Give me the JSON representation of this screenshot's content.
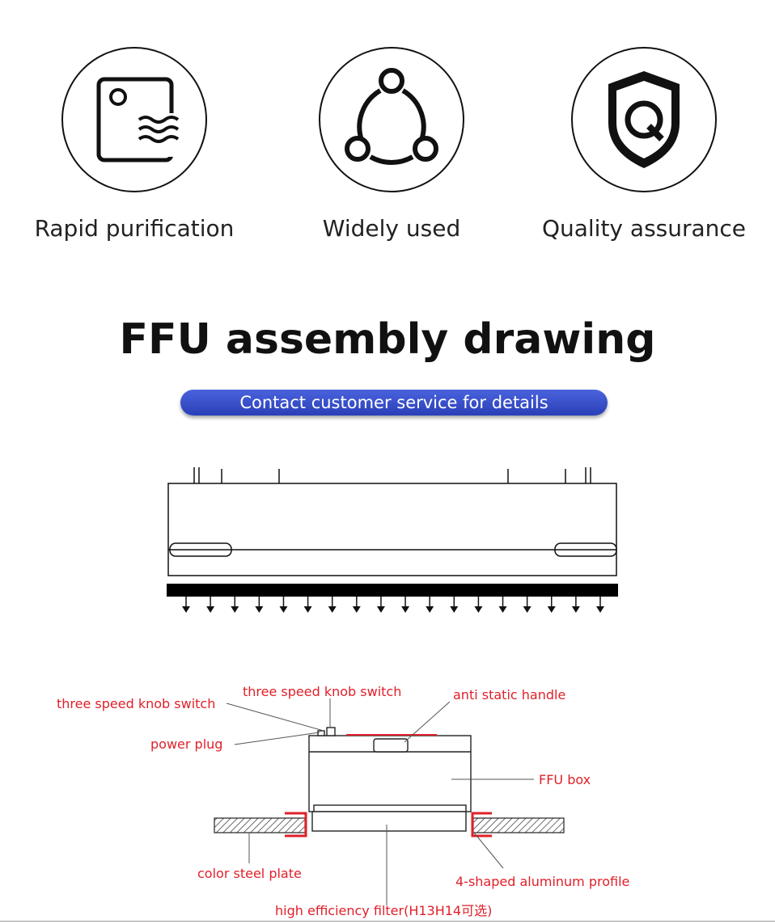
{
  "features": [
    {
      "label": "Rapid purification",
      "icon": "air-purifier-icon"
    },
    {
      "label": "Widely used",
      "icon": "network-nodes-icon"
    },
    {
      "label": "Quality assurance",
      "icon": "shield-q-icon"
    }
  ],
  "section": {
    "title": "FFU assembly drawing",
    "contact_label": "Contact customer service for details"
  },
  "diagram": {
    "labels": {
      "knob_switch_left": "three speed knob switch",
      "knob_switch_top": "three speed knob switch",
      "anti_static_handle": "anti static handle",
      "power_plug": "power plug",
      "ffu_box": "FFU box",
      "color_steel_plate": "color steel plate",
      "aluminum_profile": "4-shaped aluminum profile",
      "filter": "high efficiency filter(H13H14可选)"
    },
    "airflow_arrows": 18,
    "colors": {
      "label": "#e0202a",
      "pill": "#3b52cc"
    }
  }
}
